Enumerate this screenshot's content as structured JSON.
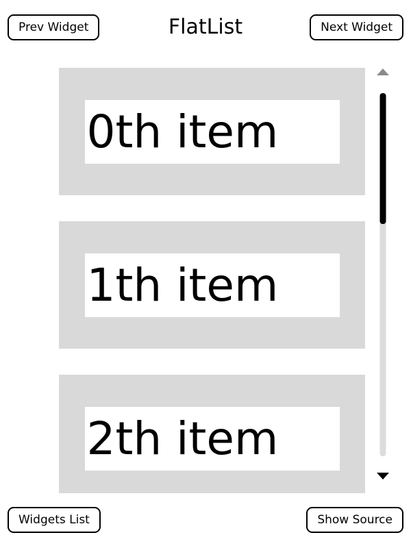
{
  "window": {
    "title": "FlatList",
    "background_color": "#ffffff"
  },
  "top_bar": {
    "prev_button_label": "Prev Widget",
    "next_button_label": "Next Widget",
    "title": "FlatList"
  },
  "bottom_bar": {
    "widgets_list_label": "Widgets List",
    "show_source_label": "Show Source"
  },
  "flatlist": {
    "item_background_color": "#d9d9d9",
    "label_background_color": "#ffffff",
    "items": [
      {
        "label": "0th item"
      },
      {
        "label": "1th item"
      },
      {
        "label": "2th item"
      }
    ]
  },
  "scrollbar": {
    "up_arrow_icon": "triangle-up-icon",
    "down_arrow_icon": "triangle-down-icon",
    "up_arrow_color": "#8a8a8a",
    "down_arrow_color": "#000000",
    "track_color": "#dcdcdc",
    "thumb_color": "#000000",
    "thumb_position_percent": 0,
    "thumb_size_percent": 36
  }
}
